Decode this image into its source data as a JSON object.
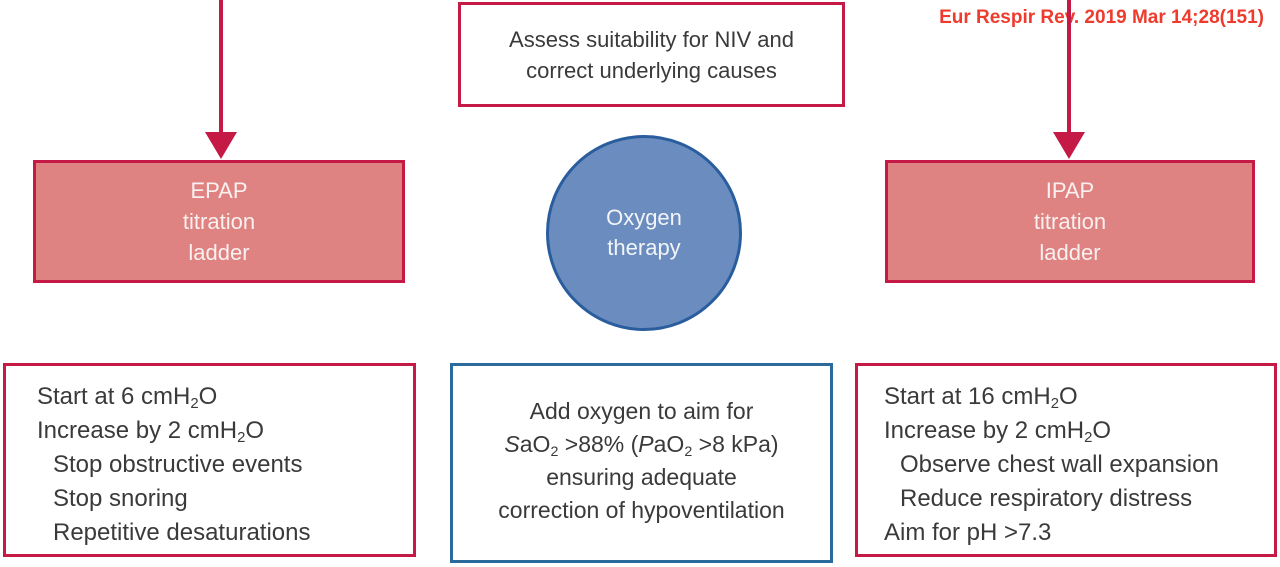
{
  "citation": "Eur Respir Rev. 2019 Mar 14;28(151)",
  "assess_box": {
    "lines": [
      "Assess suitability for NIV and",
      "correct underlying causes"
    ]
  },
  "epap_box": {
    "lines": [
      "EPAP",
      "titration",
      "ladder"
    ]
  },
  "oxygen_circle": {
    "lines": [
      "Oxygen",
      "therapy"
    ]
  },
  "ipap_box": {
    "lines": [
      "IPAP",
      "titration",
      "ladder"
    ]
  },
  "epap_details": {
    "lines": [
      "Start at 6 cmH_{2}O",
      "Increase by 2 cmH_{2}O",
      "Stop obstructive events",
      "Stop snoring",
      "Repetitive desaturations"
    ]
  },
  "oxygen_details": {
    "lines": [
      "Add oxygen to aim for",
      "{i}S{/i}aO_{2} >88% ({i}P{/i}aO_{2} >8 kPa)",
      "ensuring adequate",
      "correction of hypoventilation"
    ]
  },
  "ipap_details": {
    "lines": [
      "Start at 16 cmH_{2}O",
      "Increase by 2 cmH_{2}O",
      "Observe chest wall expansion",
      "Reduce respiratory distress",
      "Aim for pH >7.3"
    ]
  },
  "colors": {
    "crimson": "#c41a45",
    "salmon_fill": "#df8282",
    "circle_fill": "#6b8cbe",
    "circle_border": "#2a5d9e",
    "blue_border": "#2b6a9b",
    "citation_red": "#ee3b2e",
    "text_dark": "#3a3a3a",
    "light_text": "#f8f1ef"
  }
}
